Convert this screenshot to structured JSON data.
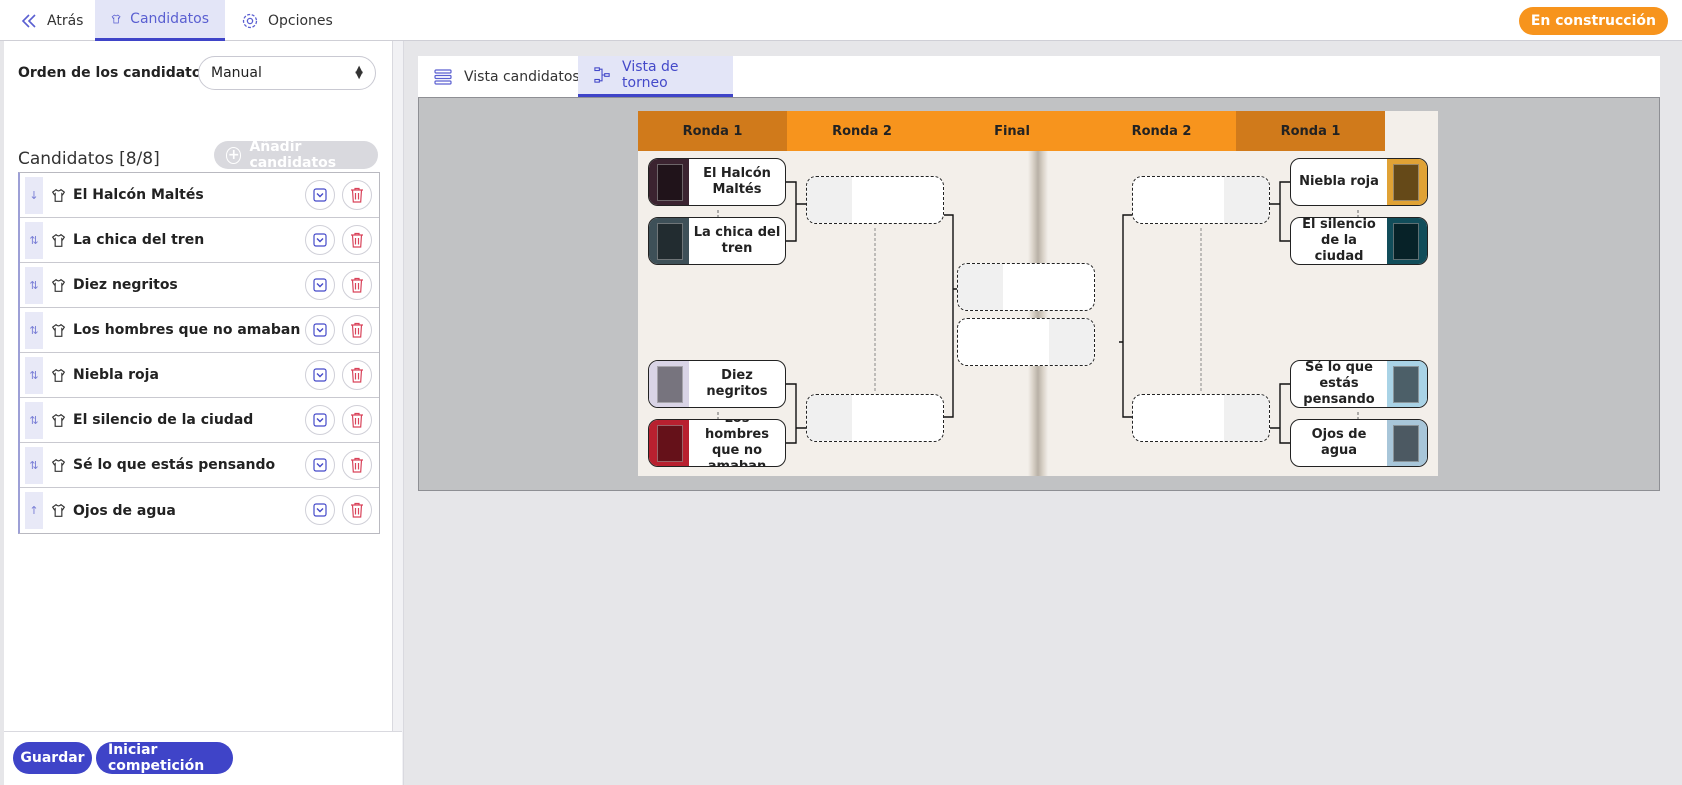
{
  "topbar": {
    "back_label": "Atrás",
    "candidates_tab": "Candidatos",
    "options_tab": "Opciones",
    "status_badge": "En construcción"
  },
  "sidebar": {
    "order_label": "Orden de los candidatos:",
    "order_value": "Manual",
    "list_title": "Candidatos [8/8]",
    "add_button": "Añadir candidatos",
    "candidates": [
      {
        "name": "El Halcón Maltés",
        "arrow": "↓"
      },
      {
        "name": "La chica del tren",
        "arrow": "⇅"
      },
      {
        "name": "Diez negritos",
        "arrow": "⇅"
      },
      {
        "name": "Los hombres que no amaban",
        "arrow": "⇅"
      },
      {
        "name": "Niebla roja",
        "arrow": "⇅"
      },
      {
        "name": "El silencio de la ciudad",
        "arrow": "⇅"
      },
      {
        "name": "Sé lo que estás pensando",
        "arrow": "⇅"
      },
      {
        "name": "Ojos de agua",
        "arrow": "↑"
      }
    ],
    "save_button": "Guardar",
    "start_button": "Iniciar competición"
  },
  "main": {
    "tabs": [
      "Vista candidatos",
      "Vista de torneo"
    ],
    "active_tab": 1,
    "rounds": [
      "Ronda 1",
      "Ronda 2",
      "Final",
      "Ronda 2",
      "Ronda 1"
    ],
    "round_colors": [
      "#d07a1b",
      "#f7941d",
      "#f7941d",
      "#f7941d",
      "#d07a1b"
    ],
    "left_slots": [
      {
        "title": "El Halcón Maltés",
        "cover": "#3b2330"
      },
      {
        "title": "La chica del tren",
        "cover": "#3e5058"
      },
      {
        "title": "Diez negritos",
        "cover": "#d9d4e6"
      },
      {
        "title": "Los hombres que no amaban",
        "cover": "#b8202f"
      }
    ],
    "right_slots": [
      {
        "title": "Niebla roja",
        "cover": "#e0a235"
      },
      {
        "title": "El silencio de la ciudad",
        "cover": "#114d5a"
      },
      {
        "title": "Sé lo que estás pensando",
        "cover": "#a9d3e6"
      },
      {
        "title": "Ojos de agua",
        "cover": "#a8c6d9"
      }
    ]
  }
}
